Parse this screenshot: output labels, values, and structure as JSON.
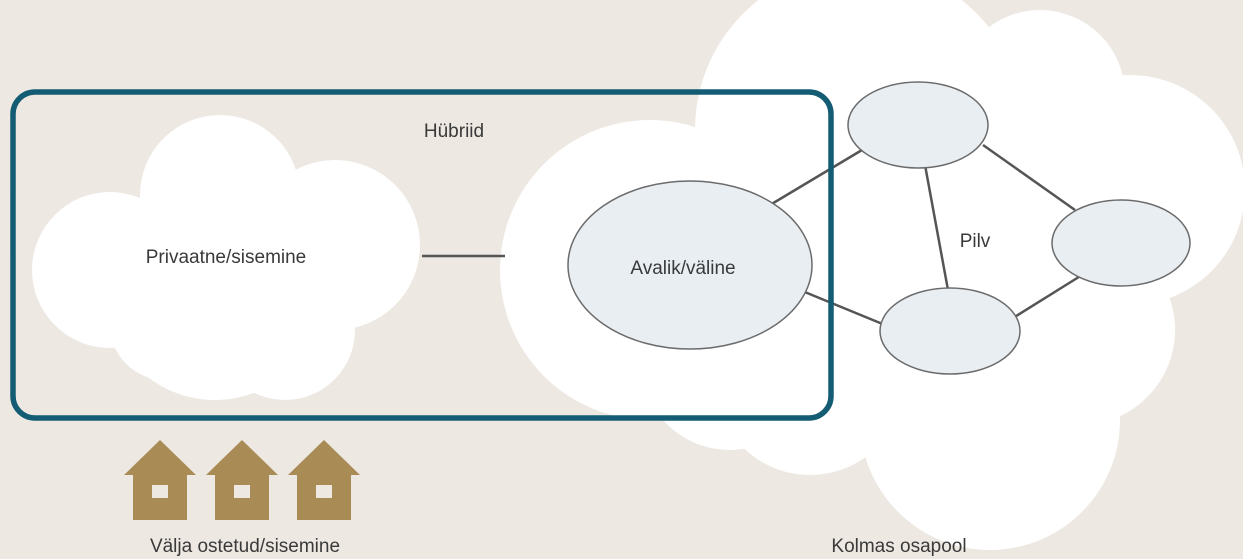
{
  "diagram": {
    "hybrid_label": "Hübriid",
    "private_label": "Privaatne/sisemine",
    "public_label": "Avalik/väline",
    "cloud_label": "Pilv",
    "outsourced_label": "Välja ostetud/sisemine",
    "third_party_label": "Kolmas osapool"
  },
  "colors": {
    "background": "#ede8e2",
    "cloud_fill": "#ffffff",
    "node_fill": "#e9eef3",
    "node_stroke": "#6b6b6b",
    "hybrid_border": "#145c73",
    "house": "#a88b55",
    "house_window": "#ede8e2",
    "connector": "#555555"
  },
  "icons": [
    "house-icon",
    "house-icon",
    "house-icon"
  ]
}
